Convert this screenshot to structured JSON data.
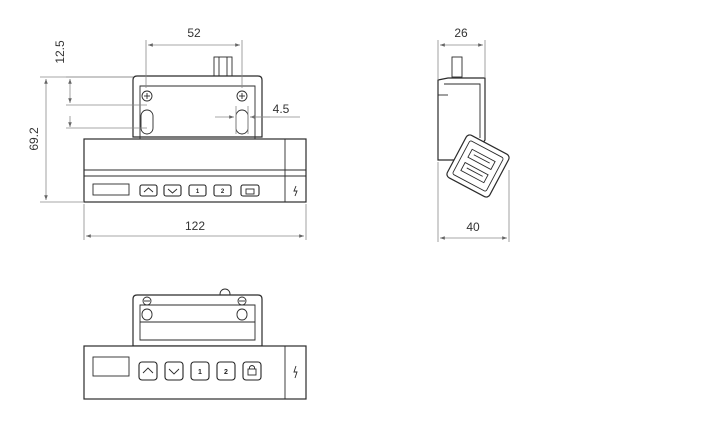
{
  "dimensions": {
    "width_top": "52",
    "offset_top": "12.5",
    "height": "69.2",
    "slot_gap": "4.5",
    "length": "122",
    "depth_top": "26",
    "depth_bottom": "40"
  },
  "buttons": {
    "preset_1": "1",
    "preset_2": "2"
  },
  "icons": [
    "arrow-up-icon",
    "arrow-down-icon",
    "lock-icon",
    "usb-power-icon",
    "screw-icon"
  ]
}
